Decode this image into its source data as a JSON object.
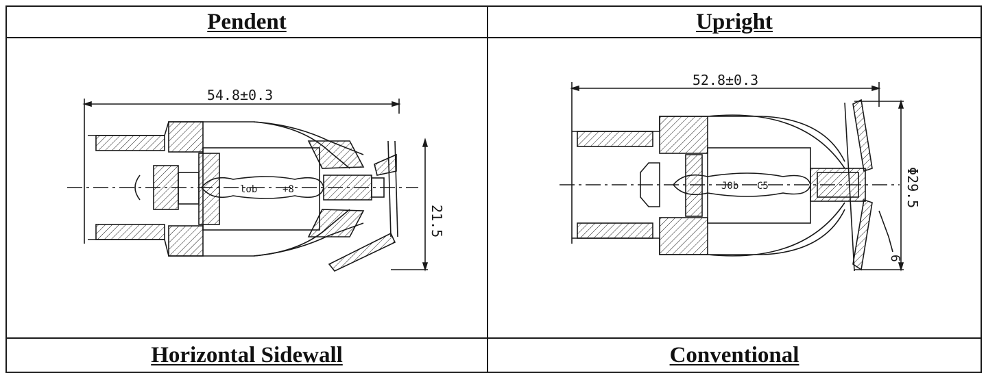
{
  "table": {
    "headers": {
      "top_left": "Pendent",
      "top_right": "Upright",
      "bottom_left": "Horizontal Sidewall",
      "bottom_right": "Conventional"
    }
  },
  "drawings": {
    "pendent": {
      "dim_length": "54.8±0.3",
      "dim_height": "21.5",
      "bulb_text_a": "lob",
      "bulb_text_b": "+8"
    },
    "upright": {
      "dim_length": "52.8±0.3",
      "dim_diameter": "Φ29.5",
      "dim_small": "6",
      "bulb_text_a": "J0b",
      "bulb_text_b": "C5"
    }
  },
  "colors": {
    "line": "#1a1a1a",
    "background": "#ffffff"
  }
}
